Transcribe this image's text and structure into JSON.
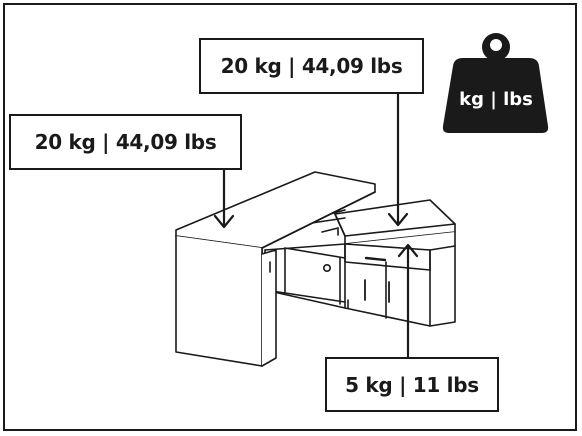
{
  "loads": {
    "desktop": "20 kg | 44,09 lbs",
    "cabinet_top": "20 kg | 44,09 lbs",
    "drawer": "5 kg | 11 lbs"
  },
  "weight_icon": {
    "name": "weight-icon",
    "text": "kg | lbs",
    "color": "#1a1a1a"
  },
  "colors": {
    "line": "#1a1a1a",
    "background": "#ffffff"
  }
}
